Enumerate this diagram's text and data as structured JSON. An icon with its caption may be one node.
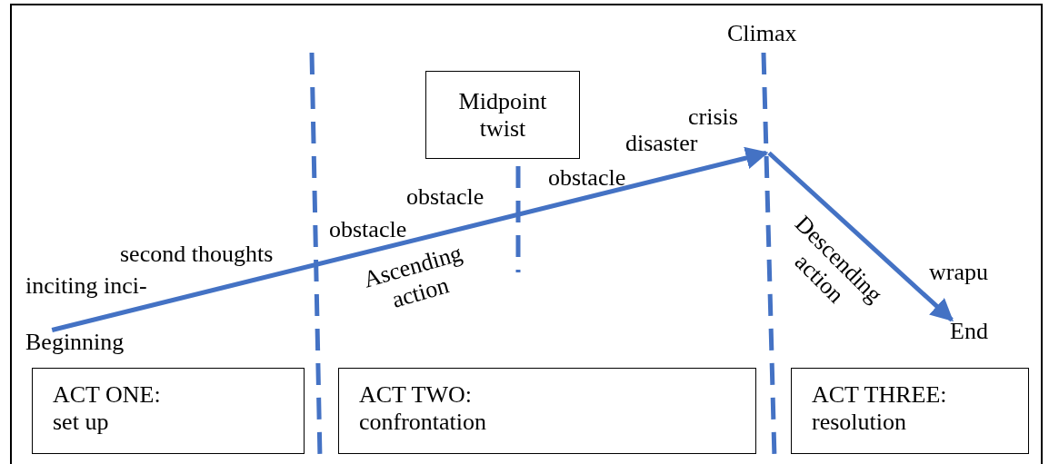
{
  "diagram": {
    "nodes": [
      {
        "text": [
          "Beginning"
        ]
      },
      {
        "text": [
          "Climax"
        ]
      },
      {
        "text": [
          "End"
        ]
      },
      {
        "text": [
          "Midpoint twist"
        ]
      },
      {
        "text": [
          "ACT ONE:",
          "set up"
        ]
      },
      {
        "text": [
          "ACT TWO:",
          "confrontation"
        ]
      },
      {
        "text": [
          "ACT THREE:",
          "resolution"
        ]
      }
    ],
    "edges": [
      {
        "from": 0,
        "to": 1,
        "arrow": "to",
        "label": "Ascending action"
      },
      {
        "from": 1,
        "to": 2,
        "arrow": "to",
        "label": "Descending action"
      }
    ],
    "labels": [
      "crisis",
      "disaster",
      "obstacle",
      "obstacle",
      "obstacle",
      "second thoughts",
      "inciting inci-",
      "wrapu"
    ]
  }
}
